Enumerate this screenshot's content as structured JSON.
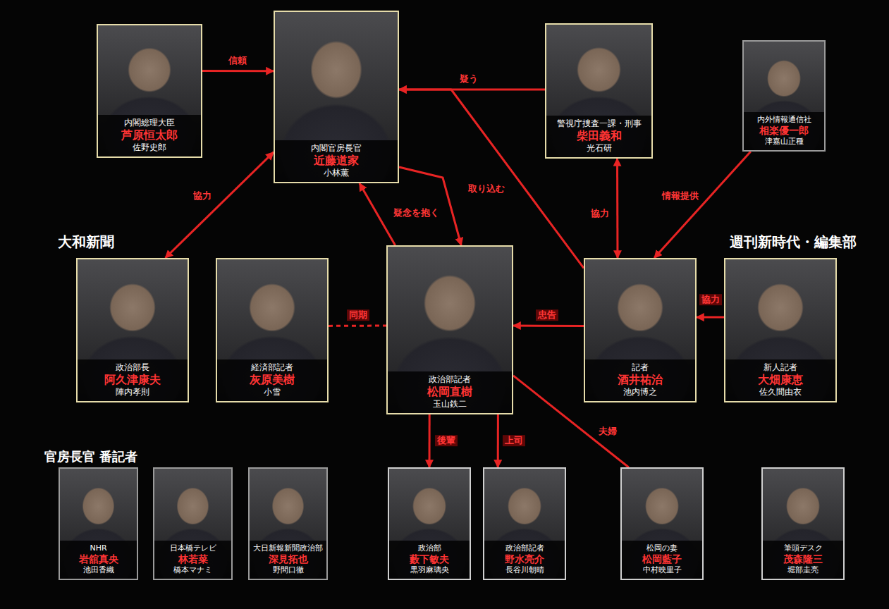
{
  "diagram": {
    "nodes": [
      {
        "text": [
          "内閣総理大臣",
          "芦原恒太郎",
          "佐野史郎"
        ]
      },
      {
        "text": [
          "内閣官房長官",
          "近藤道家",
          "小林薫"
        ]
      },
      {
        "text": [
          "警視庁捜査一課・刑事",
          "柴田義和",
          "光石研"
        ]
      },
      {
        "text": [
          "内外情報通信社",
          "相楽優一郎",
          "津嘉山正種"
        ]
      },
      {
        "text": [
          "大和新聞"
        ]
      },
      {
        "text": [
          "政治部長",
          "阿久津康夫",
          "陣内孝則"
        ],
        "in": 4
      },
      {
        "text": [
          "経済部記者",
          "灰原美樹",
          "小雪"
        ],
        "in": 4
      },
      {
        "text": [
          "政治部記者",
          "松岡直樹",
          "玉山鉄二"
        ],
        "in": 4
      },
      {
        "text": [
          "政治部",
          "藪下敏夫",
          "黒羽麻璃央"
        ],
        "in": 4
      },
      {
        "text": [
          "政治部記者",
          "野水亮介",
          "長谷川朝晴"
        ],
        "in": 4
      },
      {
        "text": [
          "週刊新時代・編集部"
        ]
      },
      {
        "text": [
          "記者",
          "酒井祐治",
          "池内博之"
        ],
        "in": 10
      },
      {
        "text": [
          "新人記者",
          "大畑康恵",
          "佐久間由衣"
        ],
        "in": 10
      },
      {
        "text": [
          "筆頭デスク",
          "茂森隆三",
          "堀部圭亮"
        ],
        "in": 10
      },
      {
        "text": [
          "官房長官 番記者"
        ]
      },
      {
        "text": [
          "NHR",
          "岩舘真央",
          "池田香織"
        ],
        "in": 14
      },
      {
        "text": [
          "日本橋テレビ",
          "林若菜",
          "橋本マナミ"
        ],
        "in": 14
      },
      {
        "text": [
          "大日新報新聞政治部",
          "深見拓也",
          "野間口徹"
        ],
        "in": 14
      },
      {
        "text": [
          "松岡の妻",
          "松岡藍子",
          "中村映里子"
        ]
      }
    ],
    "edges": [
      {
        "from": 0,
        "to": 1,
        "label": "信頼",
        "arrow": "to"
      },
      {
        "from": 2,
        "to": 1,
        "label": "疑う",
        "arrow": "to"
      },
      {
        "from": 11,
        "to": 1,
        "arrow": "to"
      },
      {
        "from": 5,
        "to": 1,
        "label": "協力",
        "arrow": "both"
      },
      {
        "from": 1,
        "to": 7,
        "label": "取り込む",
        "arrow": "to"
      },
      {
        "from": 7,
        "to": 1,
        "label": "疑念を抱く",
        "arrow": "to"
      },
      {
        "from": 2,
        "to": 11,
        "label": "協力",
        "arrow": "both"
      },
      {
        "from": 3,
        "to": 11,
        "label": "情報提供",
        "arrow": "to"
      },
      {
        "from": 6,
        "to": 7,
        "label": "同期",
        "arrow": "none"
      },
      {
        "from": 11,
        "to": 7,
        "label": "忠告",
        "arrow": "to"
      },
      {
        "from": 12,
        "to": 11,
        "label": "協力",
        "arrow": "to"
      },
      {
        "from": 7,
        "to": 8,
        "label": "後輩",
        "arrow": "to"
      },
      {
        "from": 7,
        "to": 9,
        "label": "上司",
        "arrow": "to"
      },
      {
        "from": 7,
        "to": 18,
        "label": "夫婦",
        "arrow": "none"
      }
    ]
  }
}
